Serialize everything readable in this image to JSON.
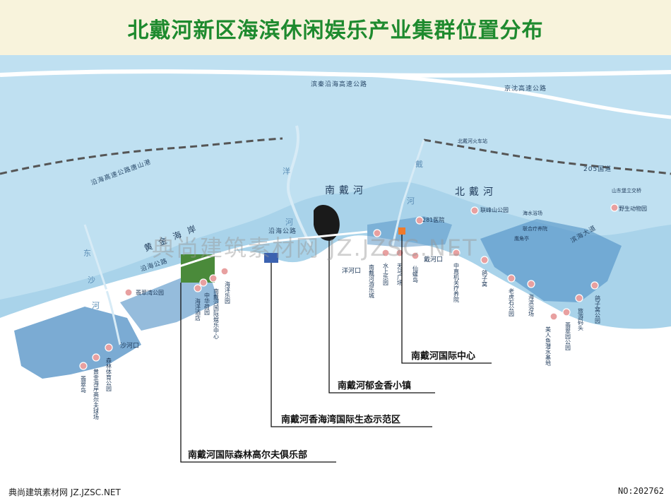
{
  "title": "北戴河新区海滨休闲娱乐产业集群位置分布",
  "roads": {
    "binqin_highway": "滨秦沿海高速公路",
    "jingshen_highway": "京沈高速公路",
    "yanhai_road_lower": "沿海公路",
    "yanhai_road_left": "沿海公路",
    "tangshan_port_road": "沿海高速公路唐山港",
    "national_205": "205国道",
    "beidaihe_station": "北戴河火车站",
    "shanhaiguan": "山东堡立交桥",
    "binhai_avenue": "滨海大道"
  },
  "water": {
    "yang_river": "洋",
    "yang_river_2": "河",
    "dai_river": "戴",
    "dai_river_2": "河",
    "dong_sha_river_1": "东",
    "dong_sha_river_2": "沙",
    "dong_sha_river_3": "河",
    "yanghekou": "洋河口",
    "daihekou": "戴河口",
    "shahekou": "沙河口"
  },
  "regions": {
    "nandaihe": "南戴河",
    "beidaihe": "北戴河",
    "huangjin_coast": "黄金海岸",
    "along_coast_road": "沿海公路"
  },
  "pois": [
    {
      "label": "翡翠岛"
    },
    {
      "label": "黄金海岸高尔夫球场"
    },
    {
      "label": "森林体育公园"
    },
    {
      "label": "翡翠湾公园"
    },
    {
      "label": "海洋酒店"
    },
    {
      "label": "中华荷园"
    },
    {
      "label": "南戴河国际娱乐中心"
    },
    {
      "label": "海洋乐园"
    },
    {
      "label": "南戴河游乐城"
    },
    {
      "label": "水上乐园"
    },
    {
      "label": "天马广场"
    },
    {
      "label": "仙螺岛"
    },
    {
      "label": "中直机关疗养院"
    },
    {
      "label": "鸽子窝"
    },
    {
      "label": "老虎石公园"
    },
    {
      "label": "海滨浴场"
    },
    {
      "label": "美人鱼潜水基地"
    },
    {
      "label": "翡翠园公园"
    },
    {
      "label": "旅游码头"
    },
    {
      "label": "鸽子窝公园"
    },
    {
      "label": "281医院"
    },
    {
      "label": "联峰山公园"
    },
    {
      "label": "野生动物园"
    },
    {
      "label": "海水浴场"
    },
    {
      "label": "联合疗养院"
    },
    {
      "label": "鹰角亭"
    }
  ],
  "callouts": [
    {
      "label": "南戴河国际中心"
    },
    {
      "label": "南戴河郁金香小镇"
    },
    {
      "label": "南戴河香海湾国际生态示范区"
    },
    {
      "label": "南戴河国际森林高尔夫俱乐部"
    }
  ],
  "watermark": "典尚建筑素材网 JZ.JZSC.NET",
  "footer_left": "典尚建筑素材网 JZ.JZSC.NET",
  "footer_right": "NO:202762",
  "colors": {
    "sea": "#a9d3ea",
    "land": "#ffffff",
    "urban": "#4f8fc4",
    "golf": "#4a8a3a",
    "title": "#1e8a2e",
    "poi": "#e8a0a0"
  }
}
